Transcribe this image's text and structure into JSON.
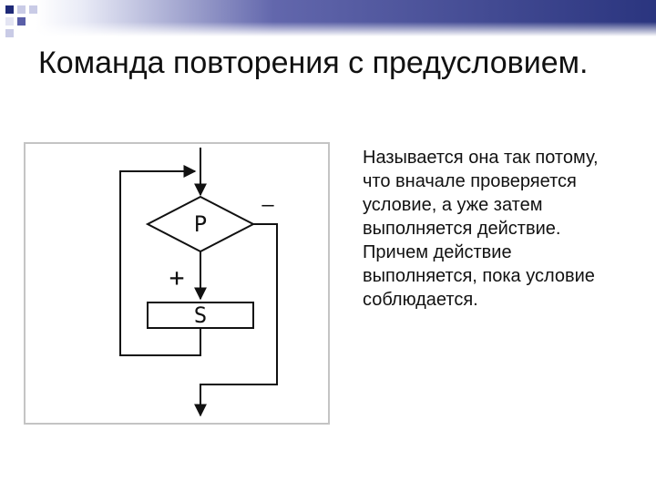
{
  "slide": {
    "title": "Команда повторения с предусловием.",
    "description": "Называется она так потому, что вначале проверяется условие, а уже затем выполняется действие. Причем действие выполняется, пока условие соблюдается."
  },
  "diagram": {
    "condition_label": "P",
    "action_label": "S",
    "true_branch_label": "+",
    "false_branch_label": "—"
  },
  "colors": {
    "accent_dark": "#1f2a78",
    "accent_light": "#5a5fa8",
    "frame": "#c4c4c4",
    "line": "#111111"
  }
}
